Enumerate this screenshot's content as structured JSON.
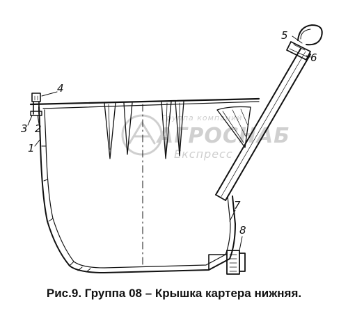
{
  "caption": "Рис.9. Группа 08 – Крышка картера нижняя.",
  "callouts": {
    "c1": "1",
    "c2": "2",
    "c3": "3",
    "c4": "4",
    "c5": "5",
    "c6": "6",
    "c7": "7",
    "c8": "8"
  },
  "watermark": {
    "top": "Группа компаний",
    "main": "АГРОСНАБ",
    "sub": "Експресс"
  }
}
